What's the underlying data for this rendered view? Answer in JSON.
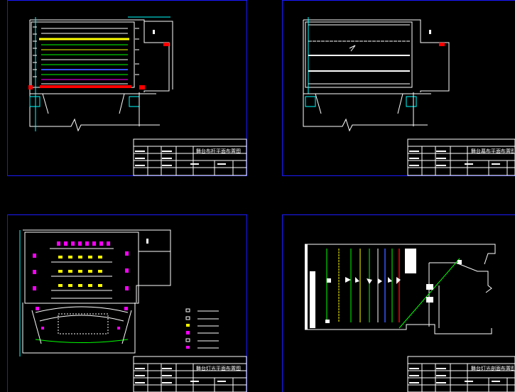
{
  "sheets": [
    {
      "id": "sheet-1",
      "title": "舞台布杆平面布置图"
    },
    {
      "id": "sheet-2",
      "title": "舞台幕布平面布置图"
    },
    {
      "id": "sheet-3",
      "title": "舞台灯光平面布置图"
    },
    {
      "id": "sheet-4",
      "title": "舞台灯光剖面布置图"
    }
  ],
  "colors": {
    "frame": "#1a1aff",
    "outline": "#ffffff",
    "wall": "#00ffff",
    "accent": "#ff0000",
    "yellow": "#ffff00",
    "green": "#00ff00",
    "magenta": "#ff00ff",
    "blue": "#3355ff"
  }
}
